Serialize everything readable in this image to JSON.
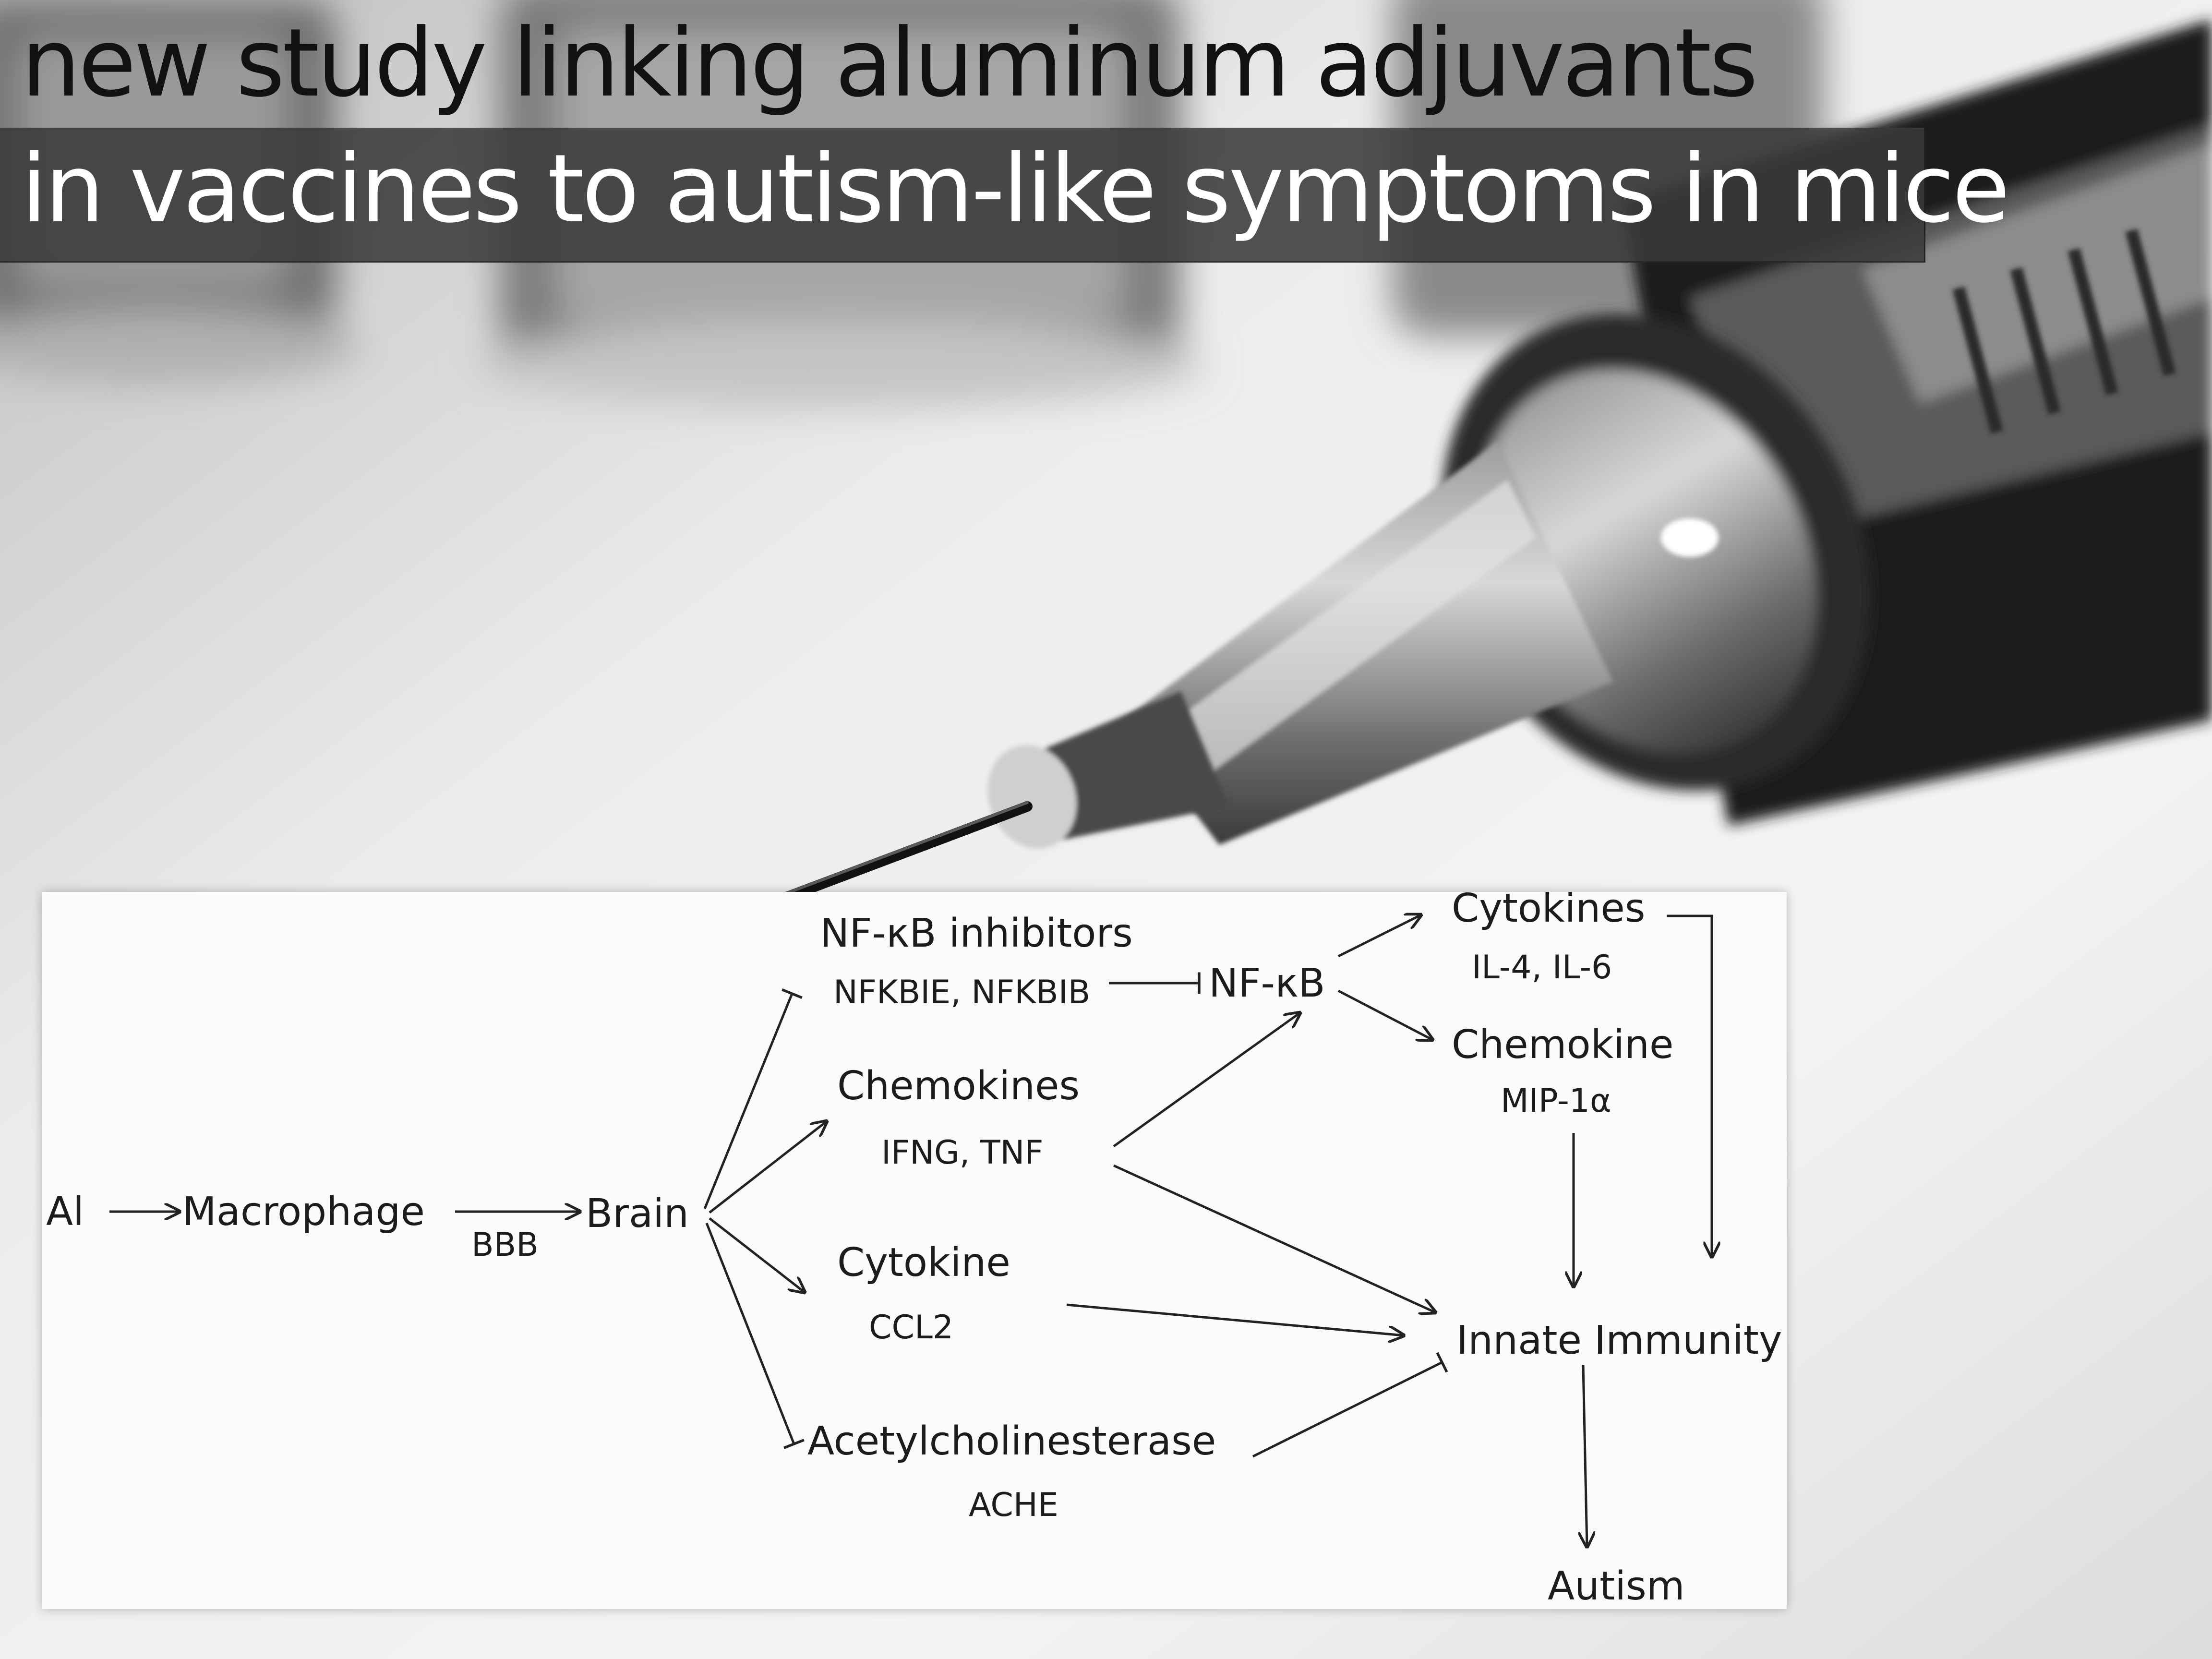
{
  "headline": {
    "line1": "new study linking aluminum adjuvants",
    "line2": "in vaccines to autism-like symptoms in mice"
  },
  "diagram": {
    "nodes": {
      "al": {
        "label": "Al"
      },
      "macrophage": {
        "label": "Macrophage"
      },
      "bbb": {
        "label": "BBB"
      },
      "brain": {
        "label": "Brain"
      },
      "nfkb_inhibitors": {
        "label": "NF-κB inhibitors",
        "sub": "NFKBIE, NFKBIB"
      },
      "chemokines": {
        "label": "Chemokines",
        "sub": "IFNG, TNF"
      },
      "cytokine": {
        "label": "Cytokine",
        "sub": "CCL2"
      },
      "ache": {
        "label": "Acetylcholinesterase",
        "sub": "ACHE"
      },
      "nfkb": {
        "label": "NF-κB"
      },
      "cytokines": {
        "label": "Cytokines",
        "sub": "IL-4, IL-6"
      },
      "chemokine": {
        "label": "Chemokine",
        "sub": "MIP-1α"
      },
      "innate_immunity": {
        "label": "Innate Immunity"
      },
      "autism": {
        "label": "Autism"
      }
    }
  },
  "colors": {
    "photo_dark": "#1a1a1a",
    "photo_light": "#f2f2f2",
    "band": "#3a3a3a",
    "diagram_bg": "#fbfbfb",
    "diagram_ink": "#1c1c1c"
  }
}
